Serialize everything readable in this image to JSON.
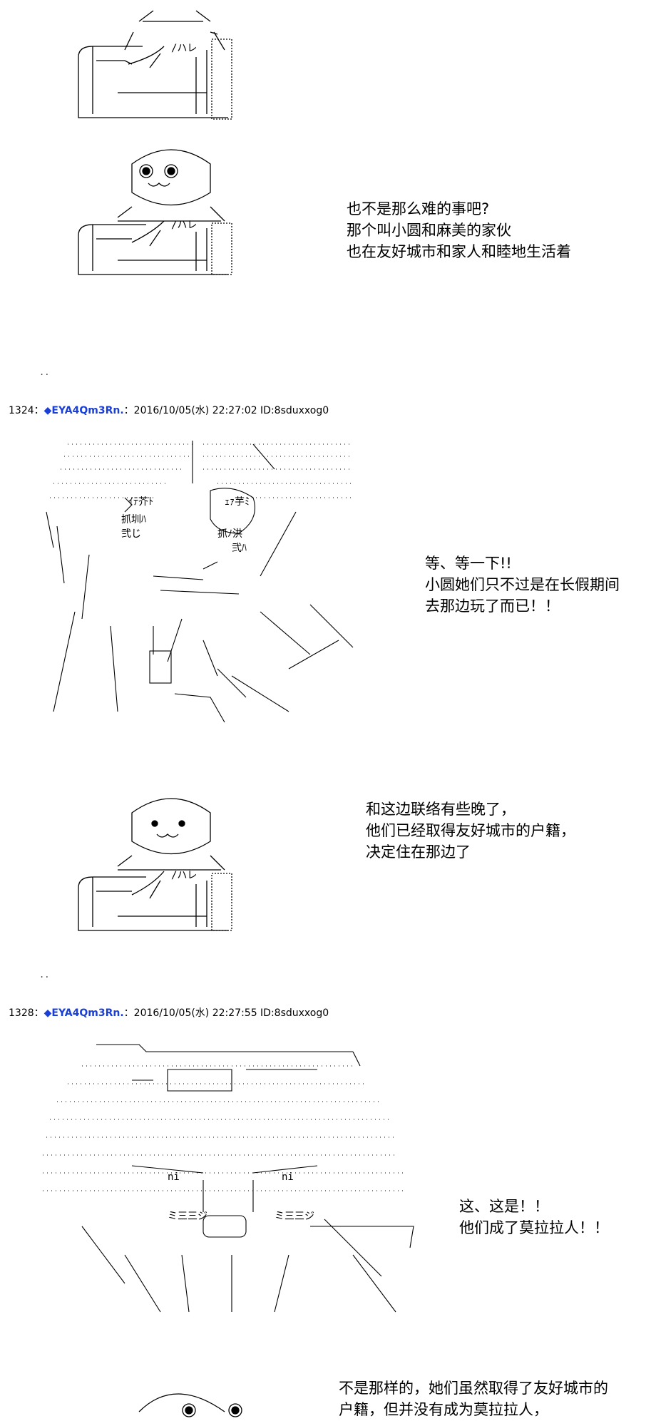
{
  "dialogues": [
    [
      "也不是那么难的事吧?",
      "那个叫小圆和麻美的家伙",
      "也在友好城市和家人和睦地生活着"
    ],
    [
      "等、等一下!!",
      "小圆她们只不过是在长假期间",
      "去那边玩了而已！！"
    ],
    [
      "和这边联络有些晚了，",
      "他们已经取得友好城市的户籍，",
      "决定住在那边了"
    ],
    [
      "这、这是！！",
      "他们成了莫拉拉人！！"
    ],
    [
      "不是那样的，她们虽然取得了友好城市的",
      "户籍，但并没有成为莫拉拉人，"
    ]
  ],
  "posts": [
    {
      "number": "1324",
      "sep": "：",
      "diamond": "◆",
      "name": "EYA4Qm3Rn.",
      "meta": "：2016/10/05(水) 22:27:02 ID:8sduxxog0"
    },
    {
      "number": "1328",
      "sep": "：",
      "diamond": "◆",
      "name": "EYA4Qm3Rn.",
      "meta": "：2016/10/05(水) 22:27:55 ID:8sduxxog0"
    }
  ],
  "ellipsis": ".."
}
